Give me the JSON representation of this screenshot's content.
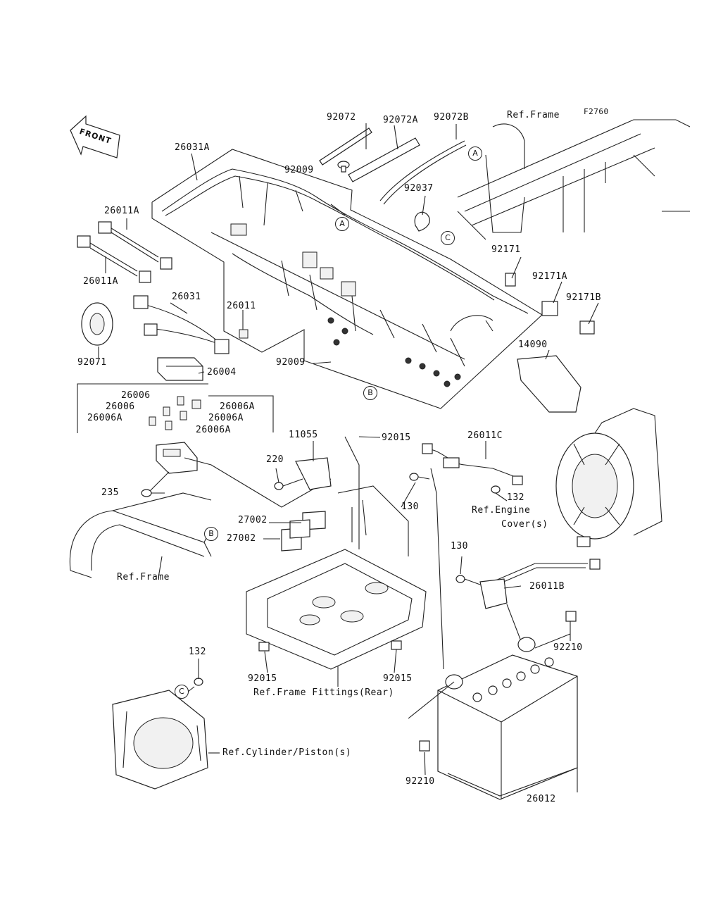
{
  "diagram_code": "F2760",
  "front_arrow": "FRONT",
  "callouts": {
    "a": "A",
    "b": "B",
    "c": "C"
  },
  "parts": {
    "p92072": "92072",
    "p92072A": "92072A",
    "p92072B": "92072B",
    "ref_frame_top": "Ref.Frame",
    "p26031A": "26031A",
    "p92009_top": "92009",
    "p92037": "92037",
    "p26011A_top": "26011A",
    "p26011A_bottom": "26011A",
    "p92171": "92171",
    "p92171A": "92171A",
    "p92171B": "92171B",
    "p26031": "26031",
    "p26011": "26011",
    "p92071": "92071",
    "p14090": "14090",
    "p92009_mid": "92009",
    "p26004": "26004",
    "p26006_1": "26006",
    "p26006_2": "26006",
    "p26006A_1": "26006A",
    "p26006A_2": "26006A",
    "p26006A_3": "26006A",
    "p26006A_4": "26006A",
    "p11055": "11055",
    "p92015_top": "92015",
    "p26011C": "26011C",
    "p220": "220",
    "p235": "235",
    "p130_a": "130",
    "p132_a": "132",
    "ref_engine_cover_1": "Ref.Engine",
    "ref_engine_cover_2": "Cover(s)",
    "p27002_a": "27002",
    "p27002_b": "27002",
    "ref_frame_left": "Ref.Frame",
    "p130_b": "130",
    "p26011B": "26011B",
    "p92210_right": "92210",
    "p132_b": "132",
    "p92015_bl": "92015",
    "p92015_br": "92015",
    "ref_frame_fittings": "Ref.Frame Fittings(Rear)",
    "ref_cylinder": "Ref.Cylinder/Piston(s)",
    "p92210_left": "92210",
    "p26012": "26012"
  },
  "icons": [
    "front-arrow-icon",
    "wiring-harness",
    "battery",
    "battery-case",
    "fuse-box",
    "relay",
    "ignition-coil",
    "flywheel-cover",
    "cylinder-head",
    "frame-tube"
  ]
}
